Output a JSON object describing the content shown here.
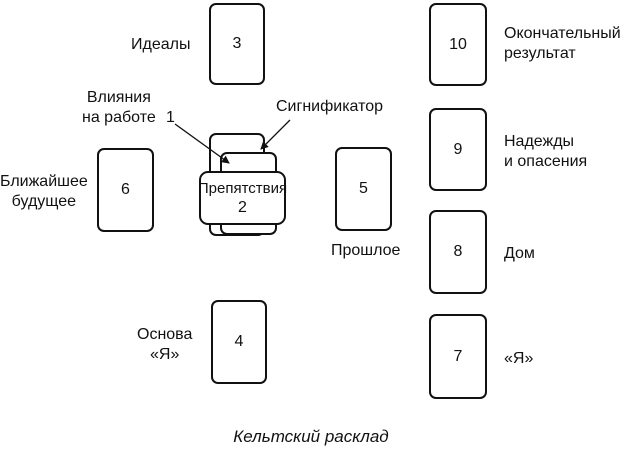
{
  "cards": {
    "c1": "1",
    "c2_label": "Препятствия",
    "c2_num": "2",
    "c3": "3",
    "c4": "4",
    "c5": "5",
    "c6": "6",
    "c7": "7",
    "c8": "8",
    "c9": "9",
    "c10": "10"
  },
  "labels": {
    "ideals": "Идеалы",
    "work_influence": "Влияния\nна работе",
    "significator": "Сигнификатор",
    "near_future": "Ближайшее\nбудущее",
    "past": "Прошлое",
    "foundation": "Основа\n«Я»",
    "final_result": "Окончательный\nрезультат",
    "hopes_fears": "Надежды\nи опасения",
    "home": "Дом",
    "self": "«Я»"
  },
  "caption": "Кельтский расклад"
}
